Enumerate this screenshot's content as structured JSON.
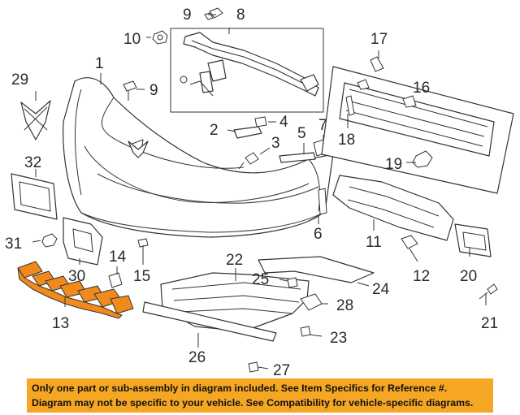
{
  "callouts": {
    "c1": "1",
    "c2": "2",
    "c3": "3",
    "c4": "4",
    "c5": "5",
    "c6": "6",
    "c7": "7",
    "c8": "8",
    "c9a": "9",
    "c9b": "9",
    "c10": "10",
    "c11": "11",
    "c12": "12",
    "c13": "13",
    "c14": "14",
    "c15": "15",
    "c16": "16",
    "c17": "17",
    "c18": "18",
    "c19": "19",
    "c20": "20",
    "c21": "21",
    "c22": "22",
    "c23": "23",
    "c24": "24",
    "c25": "25",
    "c26": "26",
    "c27": "27",
    "c28": "28",
    "c29": "29",
    "c30": "30",
    "c31": "31",
    "c32": "32"
  },
  "notice": {
    "line1": "Only one part or sub-assembly in diagram included. See Item Specifics for Reference #.",
    "line2": "Diagram may not be specific to your vehicle. See Compatibility for vehicle-specific diagrams."
  },
  "colors": {
    "highlight": "#f08a1c",
    "notice_bg": "#f5a623"
  }
}
